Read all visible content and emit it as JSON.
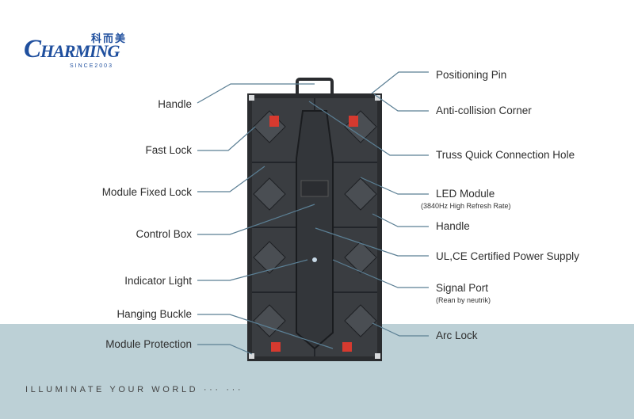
{
  "brand": {
    "cn": "科而美",
    "name_big_c": "C",
    "name_rest": "HARMING",
    "since": "SINCE2003"
  },
  "labels_left": {
    "handle": "Handle",
    "fast_lock": "Fast Lock",
    "module_fixed_lock": "Module Fixed Lock",
    "control_box": "Control Box",
    "indicator_light": "Indicator Light",
    "hanging_buckle": "Hanging Buckle",
    "module_protection": "Module Protection"
  },
  "labels_right": {
    "positioning_pin": "Positioning Pin",
    "anti_collision_corner": "Anti-collision Corner",
    "truss_quick_connection_hole": "Truss Quick Connection Hole",
    "led_module": "LED Module",
    "led_module_sub": "(3840Hz High Refresh Rate)",
    "handle": "Handle",
    "power_supply": "UL,CE  Certified Power Supply",
    "signal_port": "Signal Port",
    "signal_port_sub": "(Rean by neutrik)",
    "arc_lock": "Arc Lock"
  },
  "tagline": "ILLUMINATE YOUR WORLD ··· ···",
  "colors": {
    "band": "#bcd0d6",
    "line": "#5b7f94",
    "panel": "#2a2c2f",
    "brand": "#1f4f9e",
    "accent_red": "#d63a2f"
  }
}
